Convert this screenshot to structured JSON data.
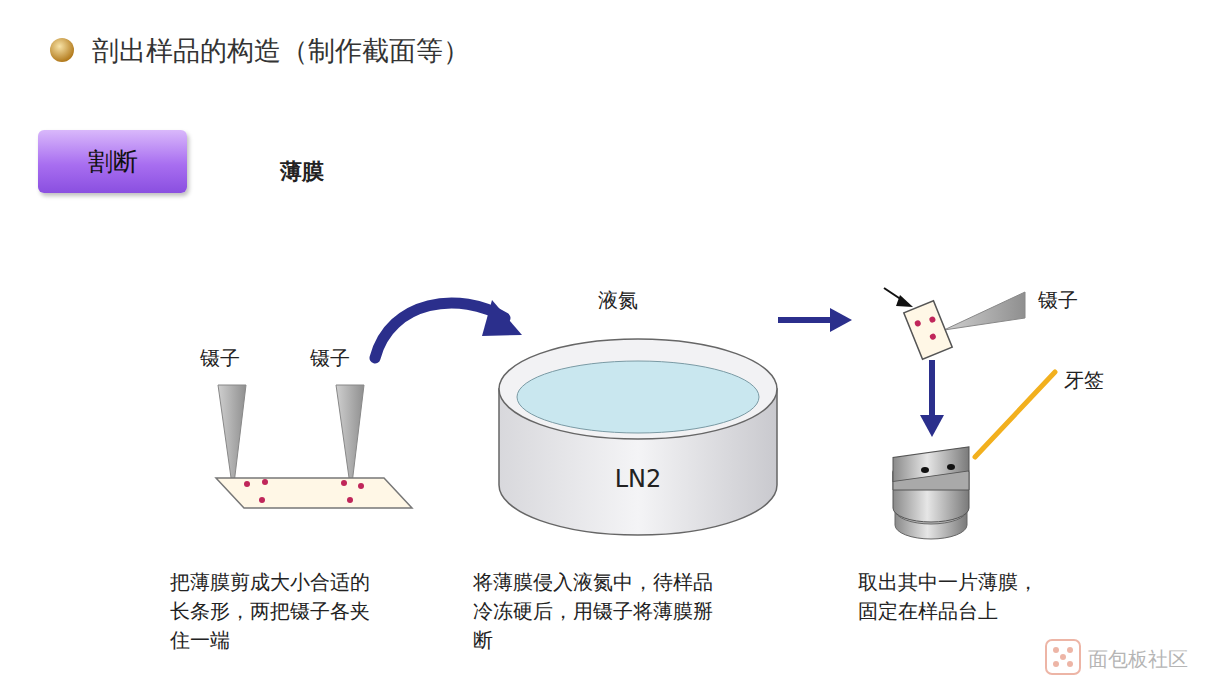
{
  "diagram": {
    "title": "剖出样品的构造（制作截面等）",
    "nodes": [
      {
        "text": [
          "割断"
        ]
      },
      {
        "text": [
          "LN2"
        ]
      }
    ],
    "labels": [
      "薄膜",
      "镊子",
      "镊子",
      "液氮",
      "镊子",
      "牙签",
      "把薄膜剪成大小合适的 长条形，两把镊子各夹 住一端",
      "将薄膜侵入液氮中，待样品 冷冻硬后，用镊子将薄膜掰断",
      "取出其中一片薄膜， 固定在样品台上",
      "面包板社区"
    ]
  }
}
